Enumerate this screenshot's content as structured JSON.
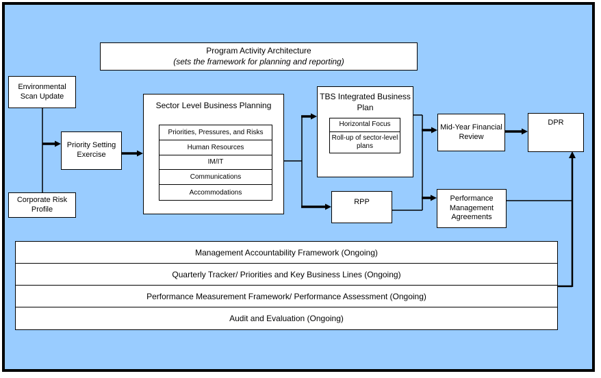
{
  "colors": {
    "background": "#99CCFF",
    "box_fill": "#FFFFFF",
    "line": "#000000",
    "text": "#000000"
  },
  "header": {
    "title": "Program Activity Architecture",
    "subtitle": "(sets the framework for planning and reporting)"
  },
  "left_flow": {
    "environmental_scan": "Environmental Scan Update",
    "priority_setting": "Priority Setting Exercise",
    "corporate_risk": "Corporate Risk Profile"
  },
  "sector_planning": {
    "title": "Sector Level Business Planning",
    "items": [
      "Priorities, Pressures, and Risks",
      "Human Resources",
      "IM/IT",
      "Communications",
      "Accommodations"
    ]
  },
  "tbs_plan": {
    "title": "TBS Integrated Business Plan",
    "items": [
      "Horizontal Focus",
      "Roll-up of sector-level plans"
    ]
  },
  "rpp": {
    "label": "RPP"
  },
  "midyear": {
    "label": "Mid-Year Financial Review"
  },
  "dpr": {
    "label": "DPR"
  },
  "pma": {
    "label": "Performance Management Agreements"
  },
  "ongoing_band": {
    "rows": [
      "Management Accountability Framework (Ongoing)",
      "Quarterly Tracker/ Priorities and Key Business Lines (Ongoing)",
      "Performance Measurement Framework/ Performance Assessment (Ongoing)",
      "Audit and Evaluation (Ongoing)"
    ]
  }
}
